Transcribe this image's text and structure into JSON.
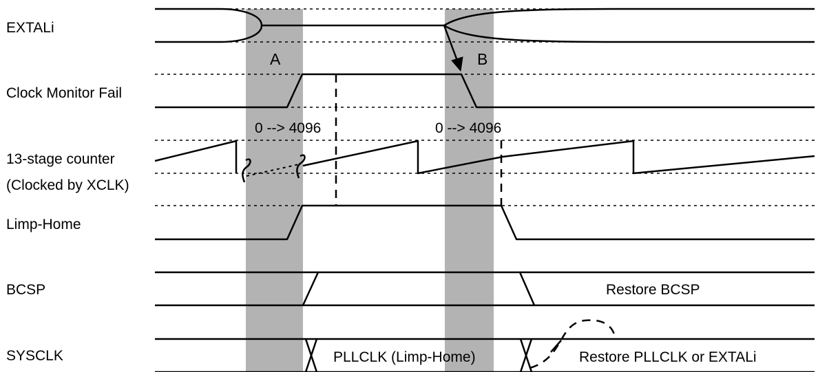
{
  "signals": {
    "extali": "EXTALi",
    "cmf": "Clock Monitor Fail",
    "counter_line1": "13-stage counter",
    "counter_line2": "(Clocked by XCLK)",
    "limp_home": "Limp-Home",
    "bcsp": "BCSP",
    "sysclk": "SYSCLK"
  },
  "regions": {
    "a": "A",
    "b": "B"
  },
  "annotations": {
    "count_a": "0 --> 4096",
    "count_b": "0 --> 4096",
    "restore_bcsp": "Restore BCSP",
    "pllclk_limp": "PLLCLK (Limp-Home)",
    "restore_pllclk": "Restore PLLCLK or EXTALi"
  }
}
